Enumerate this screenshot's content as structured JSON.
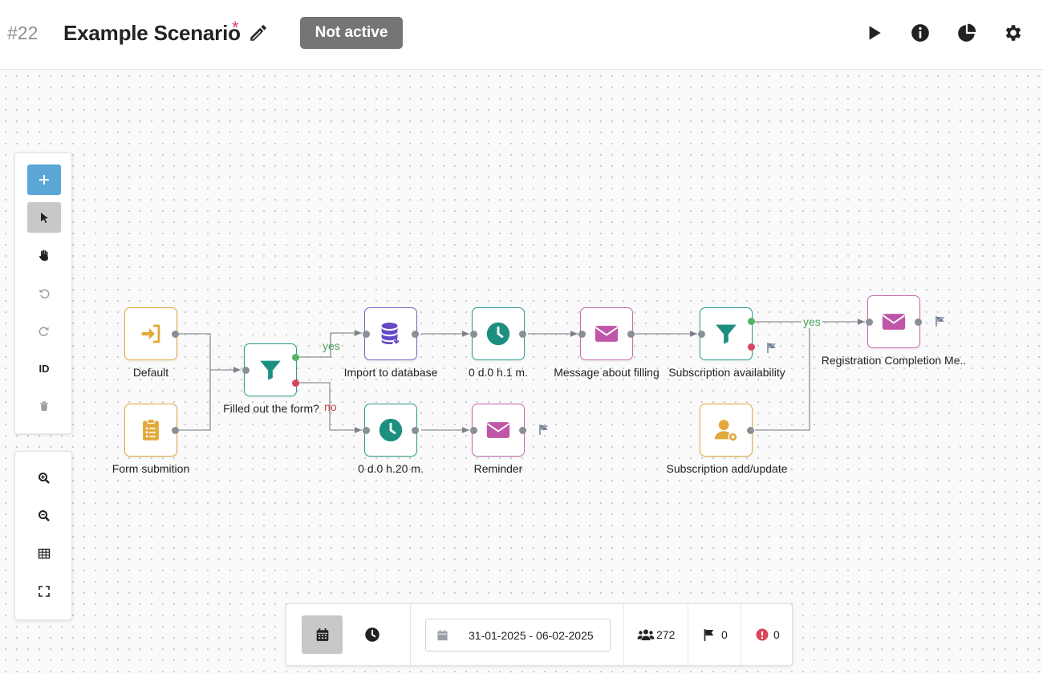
{
  "header": {
    "scenario_number": "#22",
    "title": "Example Scenario",
    "unsaved_marker": "*",
    "status": "Not active",
    "actions": [
      "play-icon",
      "info-icon",
      "pie-chart-icon",
      "gear-icon"
    ]
  },
  "toolbar": {
    "tools": [
      "plus-icon",
      "pointer-icon",
      "hand-icon",
      "undo-icon",
      "redo-icon",
      "id-toggle",
      "trash-icon"
    ],
    "id_label": "ID",
    "view_tools": [
      "zoom-in-icon",
      "zoom-out-icon",
      "grid-icon",
      "fullscreen-icon"
    ]
  },
  "nodes": {
    "default": "Default",
    "form_submission": "Form submition",
    "filled_form": "Filled out the form?",
    "import_db": "Import to database",
    "wait_1": "0 d.0 h.1 m.",
    "message_filling": "Message about filling",
    "subscription_availability": "Subscription availability",
    "registration_completion": "Registration Completion Me..",
    "wait_20": "0 d.0 h.20 m.",
    "reminder": "Reminder",
    "subscription_add": "Subscription add/update"
  },
  "edges": {
    "yes_label_1": "yes",
    "no_label": "no",
    "yes_label_2": "yes"
  },
  "colors": {
    "orange": "#e2a93a",
    "purple": "#7a63c6",
    "teal": "#2c9d8e",
    "pink": "#c76bb0",
    "yes": "#52b565",
    "no": "#d9455b",
    "status_badge": "#757575",
    "add_button": "#5aa6d6"
  },
  "bottom_bar": {
    "date_range": "31-01-2025 - 06-02-2025",
    "contacts_count": "272",
    "finished_count": "0",
    "errors_count": "0"
  }
}
